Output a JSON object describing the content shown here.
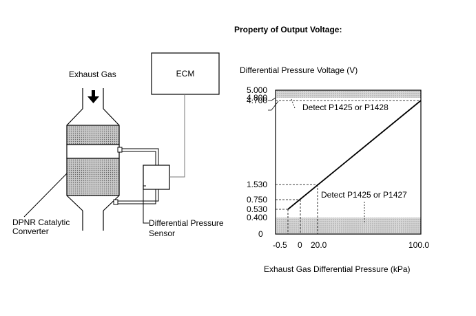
{
  "title": "Property of Output Voltage:",
  "diagram": {
    "exhaust_gas_label": "Exhaust Gas",
    "ecm_label": "ECM",
    "converter_label_line1": "DPNR Catalytic",
    "converter_label_line2": "Converter",
    "sensor_label_line1": "Differential Pressure",
    "sensor_label_line2": "Sensor"
  },
  "chart_data": {
    "type": "line",
    "ylabel": "Differential Pressure Voltage (V)",
    "xlabel": "Exhaust Gas Differential Pressure (kPa)",
    "x_ticks": [
      "-0.5",
      "0",
      "20.0",
      "100.0"
    ],
    "y_ticks": [
      "5.000",
      "4.800",
      "4.700",
      "1.530",
      "0.750",
      "0.530",
      "0.400",
      "0"
    ],
    "series": [
      {
        "x": [
          -0.5,
          100.0
        ],
        "y": [
          0.53,
          4.7
        ]
      }
    ],
    "reference_points": [
      {
        "x": 0,
        "y": 0.75
      },
      {
        "x": 20.0,
        "y": 1.53
      }
    ],
    "upper_band": {
      "from": 4.8,
      "to": 5.0,
      "label": "Detect P1425 or P1428"
    },
    "lower_band": {
      "from": 0,
      "to": 0.4,
      "label": "Detect P1425 or P1427"
    }
  }
}
